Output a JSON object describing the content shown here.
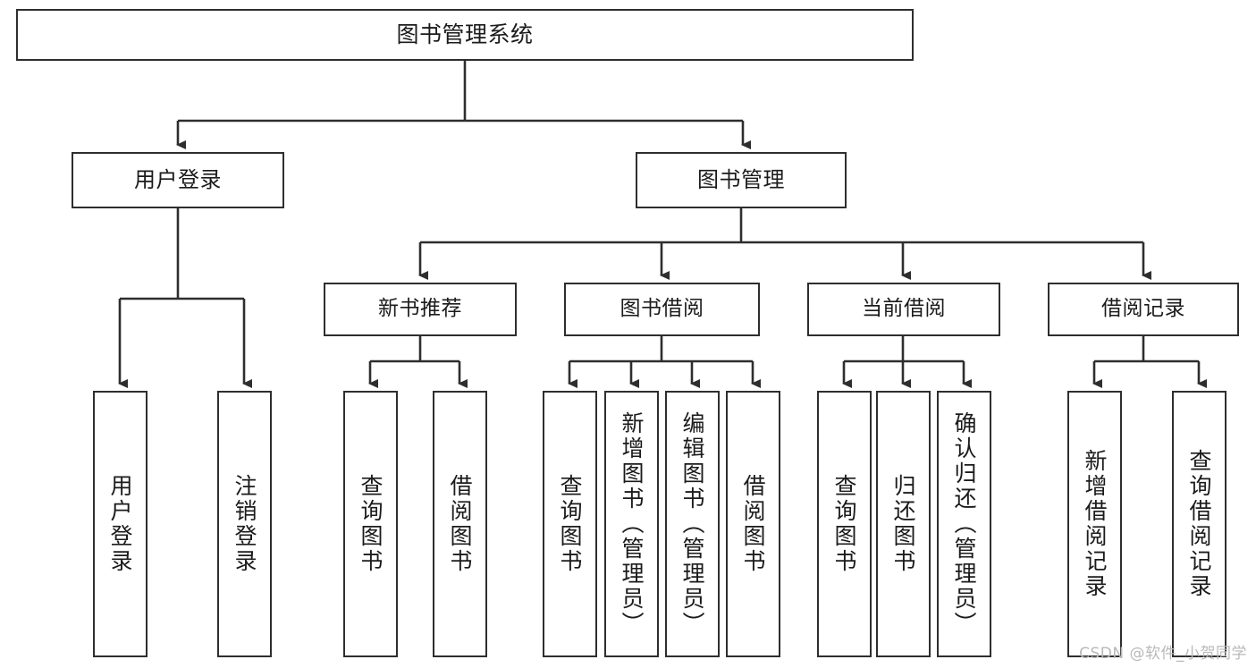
{
  "diagram": {
    "title": "图书管理系统",
    "type": "tree-hierarchy",
    "watermark": "CSDN @软件_小贺同学",
    "colors": {
      "stroke": "#2e2e2e",
      "fill": "#ffffff",
      "text": "#1b1b1b",
      "watermark": "#b9b9b9"
    },
    "root": {
      "label": "图书管理系统"
    },
    "level1": [
      {
        "label": "用户登录"
      },
      {
        "label": "图书管理"
      }
    ],
    "level2": [
      {
        "label": "新书推荐"
      },
      {
        "label": "图书借阅"
      },
      {
        "label": "当前借阅"
      },
      {
        "label": "借阅记录"
      }
    ],
    "leaves": {
      "user_login": [
        {
          "label": "用户登录"
        },
        {
          "label": "注销登录"
        }
      ],
      "new_book": [
        {
          "label": "查询图书"
        },
        {
          "label": "借阅图书"
        }
      ],
      "book_borrow": [
        {
          "label": "查询图书"
        },
        {
          "label": "新增图书（管理员）"
        },
        {
          "label": "编辑图书（管理员）"
        },
        {
          "label": "借阅图书"
        }
      ],
      "current_borrow": [
        {
          "label": "查询图书"
        },
        {
          "label": "归还图书"
        },
        {
          "label": "确认归还（管理员）"
        }
      ],
      "borrow_record": [
        {
          "label": "新增借阅记录"
        },
        {
          "label": "查询借阅记录"
        }
      ]
    }
  }
}
